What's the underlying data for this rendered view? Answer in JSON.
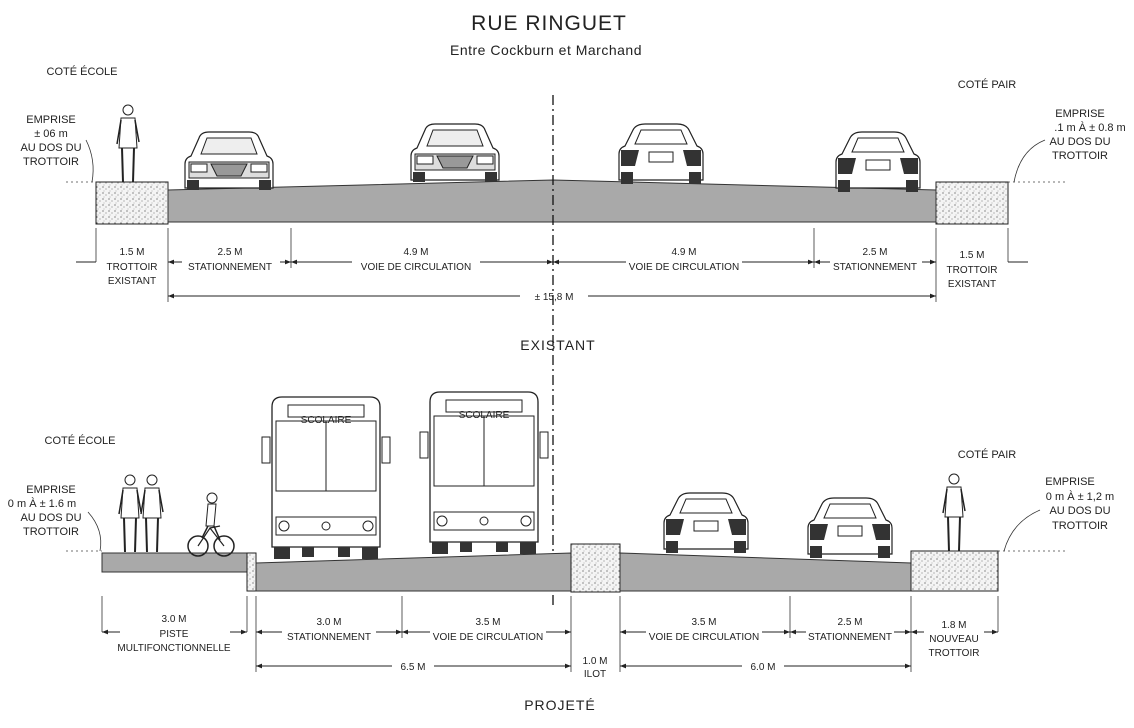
{
  "title": "RUE RINGUET",
  "subtitle": "Entre Cockburn et Marchand",
  "existing": {
    "section_label": "EXISTANT",
    "left_side": "COTÉ ÉCOLE",
    "right_side": "COTÉ PAIR",
    "left_emprise": [
      "EMPRISE",
      "± 06 m",
      "AU DOS DU",
      "TROTTOIR"
    ],
    "right_emprise": [
      "EMPRISE",
      ".1 m À ± 0.8 m",
      "AU DOS DU",
      "TROTTOIR"
    ],
    "dims": [
      {
        "value": "1.5 M",
        "label": [
          "TROTTOIR",
          "EXISTANT"
        ]
      },
      {
        "value": "2.5 M",
        "label": [
          "STATIONNEMENT"
        ]
      },
      {
        "value": "4.9 M",
        "label": [
          "VOIE DE CIRCULATION"
        ]
      },
      {
        "value": "4.9 M",
        "label": [
          "VOIE DE CIRCULATION"
        ]
      },
      {
        "value": "2.5 M",
        "label": [
          "STATIONNEMENT"
        ]
      },
      {
        "value": "1.5 M",
        "label": [
          "TROTTOIR",
          "EXISTANT"
        ]
      }
    ],
    "total": "± 15,8 M"
  },
  "projected": {
    "section_label": "PROJETÉ",
    "left_side": "COTÉ ÉCOLE",
    "right_side": "COTÉ PAIR",
    "left_emprise": [
      "EMPRISE",
      "0 m À ± 1.6 m",
      "AU DOS DU",
      "TROTTOIR"
    ],
    "right_emprise": [
      "EMPRISE",
      "0 m À ± 1,2 m",
      "AU DOS DU",
      "TROTTOIR"
    ],
    "bus_sign": "SCOLAIRE",
    "dims": [
      {
        "value": "3.0 M",
        "label": [
          "PISTE",
          "MULTIFONCTIONNELLE"
        ]
      },
      {
        "value": "3.0 M",
        "label": [
          "STATIONNEMENT"
        ]
      },
      {
        "value": "3.5 M",
        "label": [
          "VOIE DE CIRCULATION"
        ]
      },
      {
        "value": "1.0 M",
        "label": [
          "ILOT"
        ]
      },
      {
        "value": "3.5 M",
        "label": [
          "VOIE DE CIRCULATION"
        ]
      },
      {
        "value": "2.5 M",
        "label": [
          "STATIONNEMENT"
        ]
      },
      {
        "value": "1.8 M",
        "label": [
          "NOUVEAU",
          "TROTTOIR"
        ]
      }
    ],
    "left_total": "6.5 M",
    "right_total": "6.0 M"
  }
}
